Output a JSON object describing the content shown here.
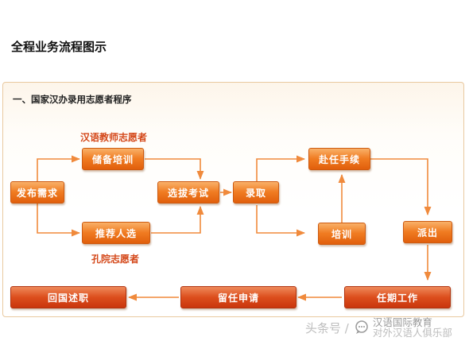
{
  "page": {
    "title": "全程业务流程图示",
    "panel_heading": "一、国家汉办录用志愿者程序"
  },
  "groups": {
    "teacher_volunteer": "汉语教师志愿者",
    "institute_volunteer": "孔院志愿者"
  },
  "steps": {
    "publish_demand": "发布需求",
    "reserve_training": "储备培训",
    "recommend_candidates": "推荐人选",
    "selection_exam": "选拔考试",
    "admission": "录取",
    "departure_procedures": "赴任手续",
    "training": "培训",
    "dispatch": "派出",
    "term_work": "任期工作",
    "renewal_application": "留任申请",
    "return_report": "回国述职"
  },
  "watermark": {
    "prefix": "头条号 /",
    "brand": "汉语国际教育",
    "suffix": "对外汉语人俱乐部"
  },
  "colors": {
    "box_orange": "#f07c22",
    "box_red": "#dc4e1d",
    "label_red": "#d4481a",
    "arrow": "#f08a3c",
    "panel_border": "#e9c9a0"
  }
}
